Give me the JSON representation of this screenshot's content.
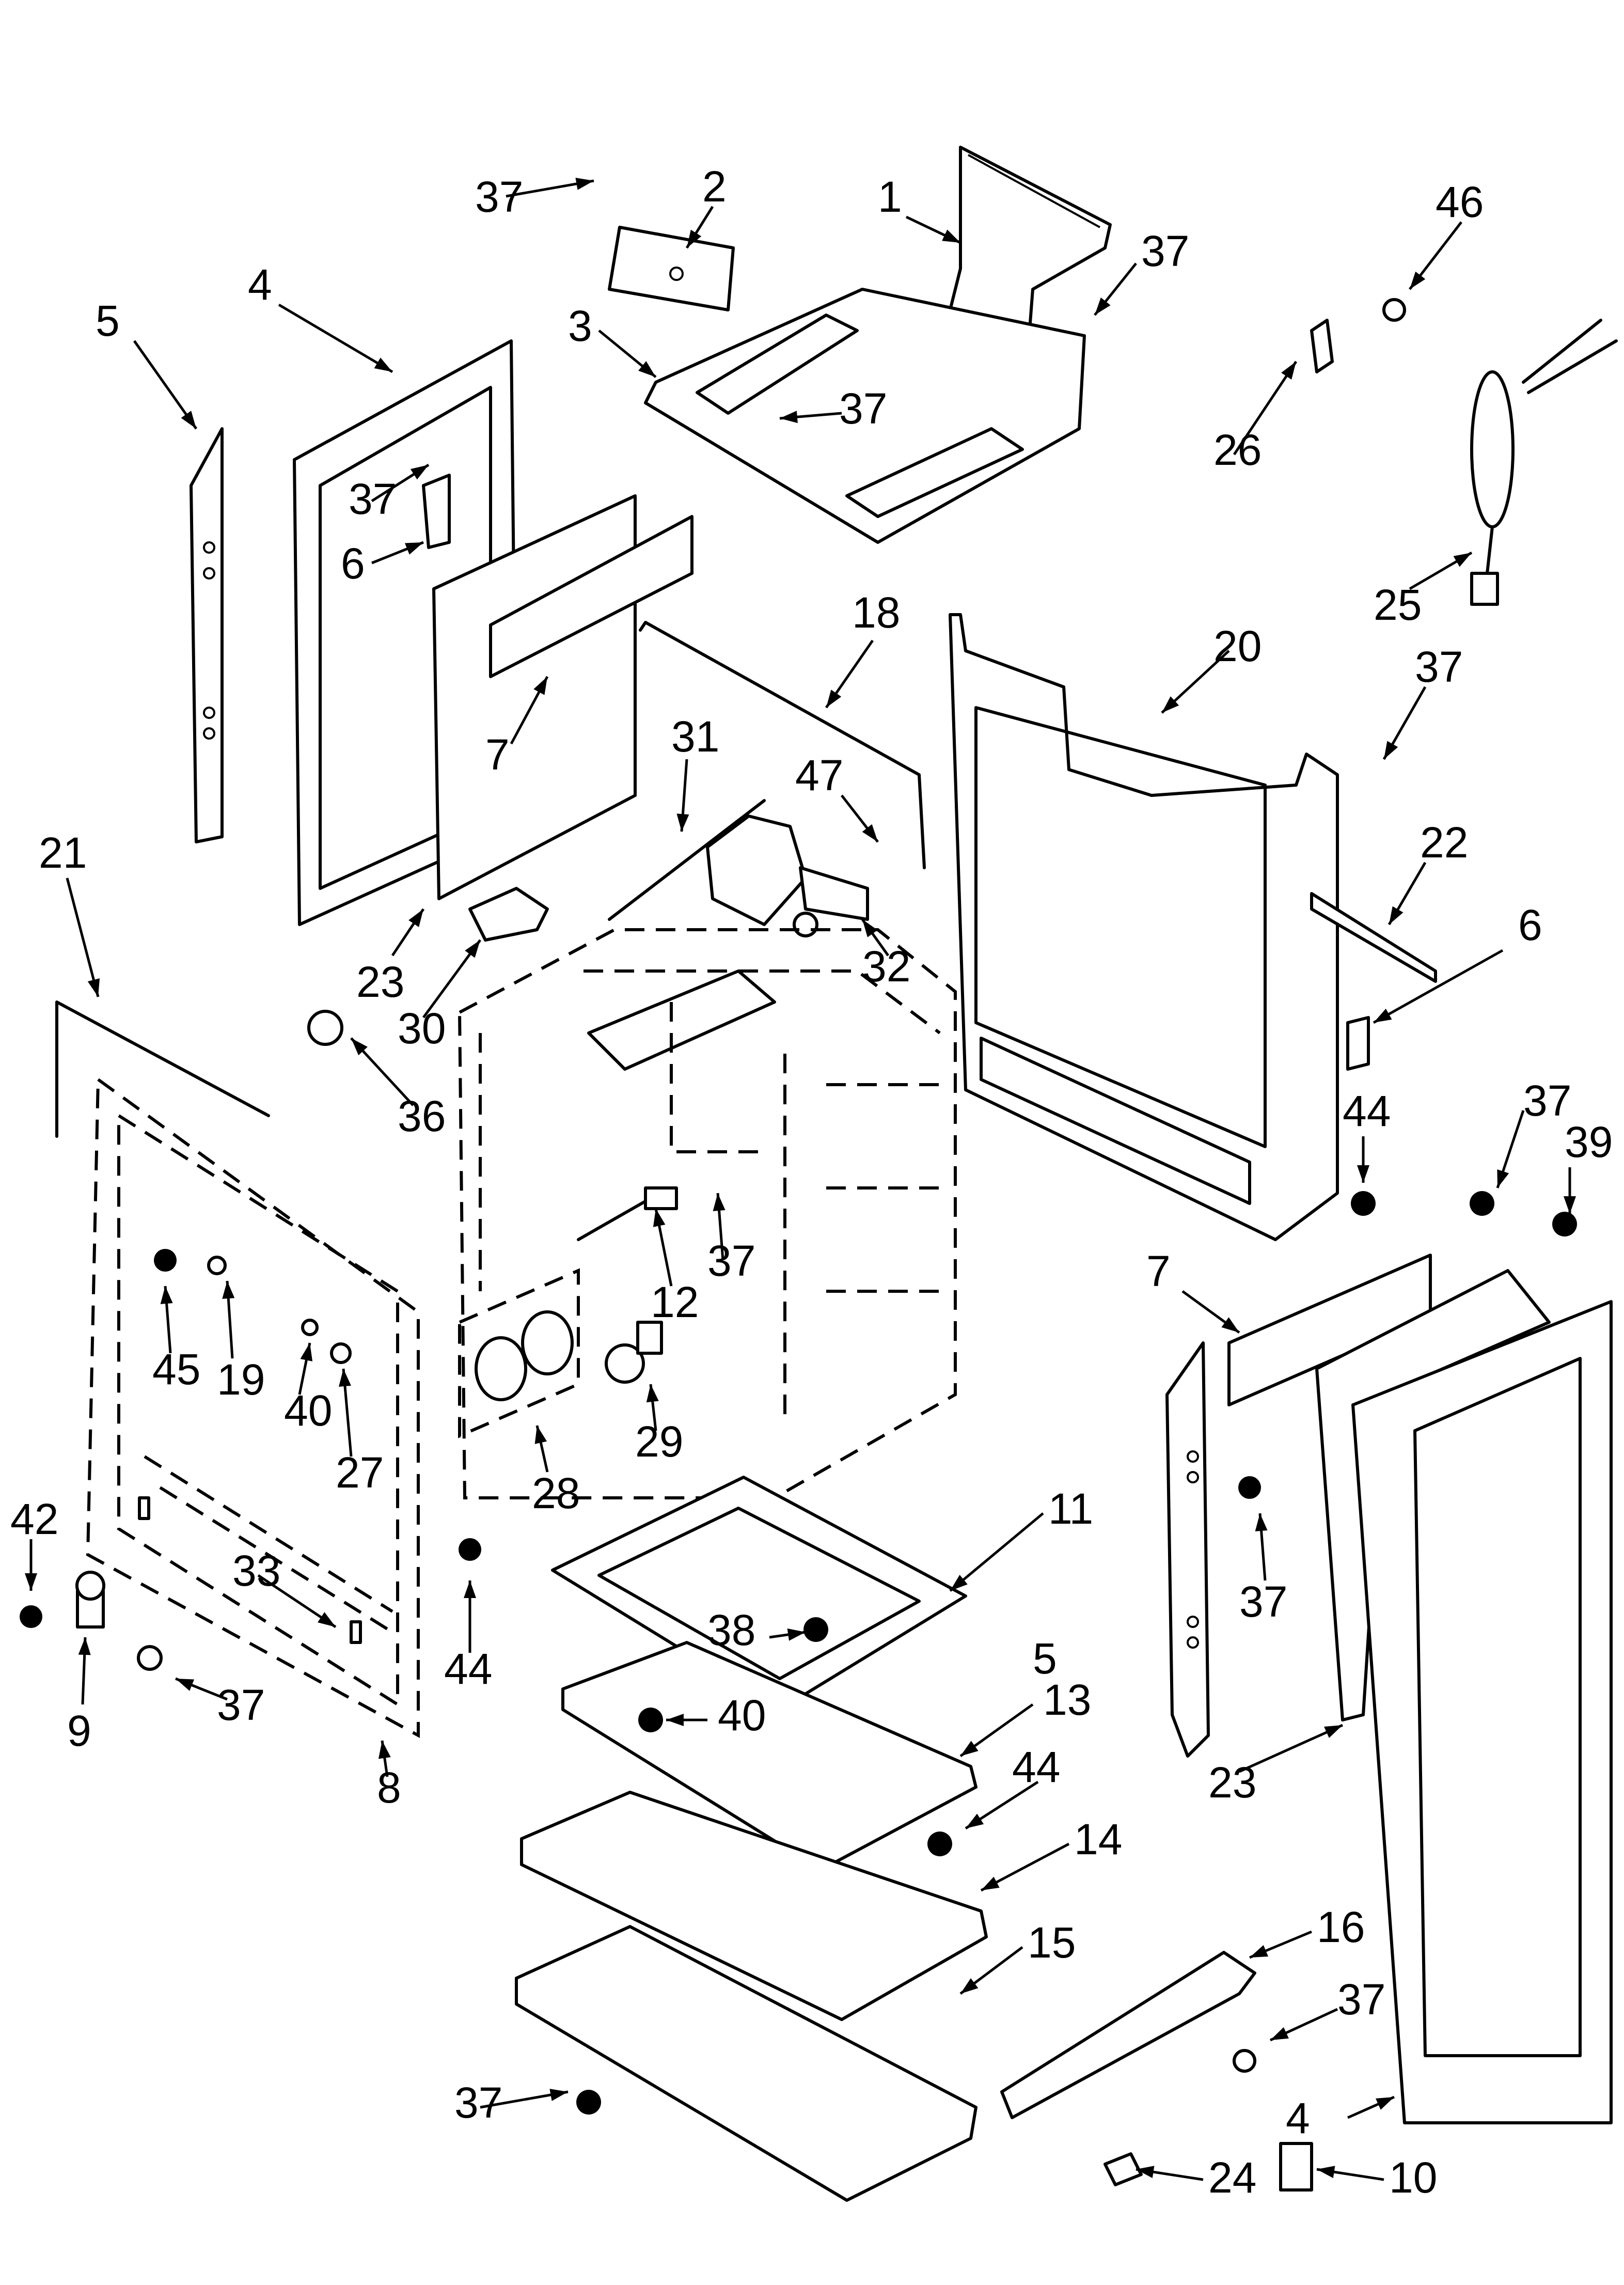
{
  "callouts": [
    {
      "id": "c1",
      "label": "1"
    },
    {
      "id": "c2",
      "label": "2"
    },
    {
      "id": "c3",
      "label": "3"
    },
    {
      "id": "c4a",
      "label": "4"
    },
    {
      "id": "c4b",
      "label": "4"
    },
    {
      "id": "c5a",
      "label": "5"
    },
    {
      "id": "c5b",
      "label": "5"
    },
    {
      "id": "c6a",
      "label": "6"
    },
    {
      "id": "c6b",
      "label": "6"
    },
    {
      "id": "c7a",
      "label": "7"
    },
    {
      "id": "c7b",
      "label": "7"
    },
    {
      "id": "c8",
      "label": "8"
    },
    {
      "id": "c9",
      "label": "9"
    },
    {
      "id": "c10",
      "label": "10"
    },
    {
      "id": "c11",
      "label": "11"
    },
    {
      "id": "c12",
      "label": "12"
    },
    {
      "id": "c13",
      "label": "13"
    },
    {
      "id": "c14",
      "label": "14"
    },
    {
      "id": "c15",
      "label": "15"
    },
    {
      "id": "c16",
      "label": "16"
    },
    {
      "id": "c18",
      "label": "18"
    },
    {
      "id": "c19",
      "label": "19"
    },
    {
      "id": "c20",
      "label": "20"
    },
    {
      "id": "c21",
      "label": "21"
    },
    {
      "id": "c22",
      "label": "22"
    },
    {
      "id": "c23a",
      "label": "23"
    },
    {
      "id": "c23b",
      "label": "23"
    },
    {
      "id": "c24",
      "label": "24"
    },
    {
      "id": "c25",
      "label": "25"
    },
    {
      "id": "c26",
      "label": "26"
    },
    {
      "id": "c27",
      "label": "27"
    },
    {
      "id": "c28",
      "label": "28"
    },
    {
      "id": "c29",
      "label": "29"
    },
    {
      "id": "c30",
      "label": "30"
    },
    {
      "id": "c31",
      "label": "31"
    },
    {
      "id": "c32",
      "label": "32"
    },
    {
      "id": "c33",
      "label": "33"
    },
    {
      "id": "c36",
      "label": "36"
    },
    {
      "id": "c37a",
      "label": "37"
    },
    {
      "id": "c37b",
      "label": "37"
    },
    {
      "id": "c37c",
      "label": "37"
    },
    {
      "id": "c37d",
      "label": "37"
    },
    {
      "id": "c37e",
      "label": "37"
    },
    {
      "id": "c37f",
      "label": "37"
    },
    {
      "id": "c37g",
      "label": "37"
    },
    {
      "id": "c37h",
      "label": "37"
    },
    {
      "id": "c37i",
      "label": "37"
    },
    {
      "id": "c37j",
      "label": "37"
    },
    {
      "id": "c37k",
      "label": "37"
    },
    {
      "id": "c38",
      "label": "38"
    },
    {
      "id": "c39",
      "label": "39"
    },
    {
      "id": "c40a",
      "label": "40"
    },
    {
      "id": "c40b",
      "label": "40"
    },
    {
      "id": "c42",
      "label": "42"
    },
    {
      "id": "c44a",
      "label": "44"
    },
    {
      "id": "c44b",
      "label": "44"
    },
    {
      "id": "c44c",
      "label": "44"
    },
    {
      "id": "c45",
      "label": "45"
    },
    {
      "id": "c46",
      "label": "46"
    },
    {
      "id": "c47",
      "label": "47"
    }
  ]
}
